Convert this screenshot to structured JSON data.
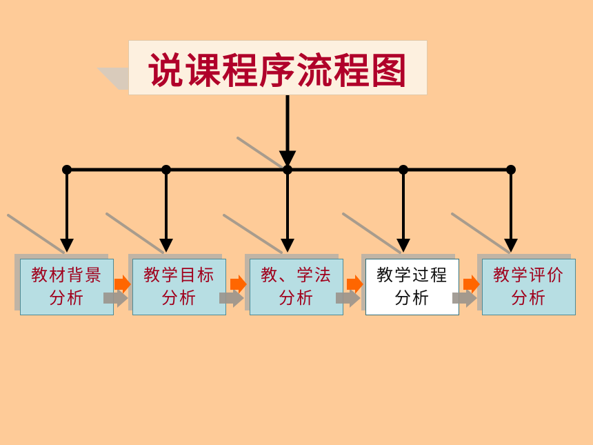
{
  "title": "说课程序流程图",
  "nodes": [
    {
      "line1": "教材背景",
      "line2": "分析",
      "style": "teal"
    },
    {
      "line1": "教学目标",
      "line2": "分析",
      "style": "teal"
    },
    {
      "line1": "教、学法",
      "line2": "分析",
      "style": "teal"
    },
    {
      "line1": "教学过程",
      "line2": "分析",
      "style": "white"
    },
    {
      "line1": "教学评价",
      "line2": "分析",
      "style": "teal"
    }
  ],
  "colors": {
    "background": "#fecb98",
    "title_text": "#b0002a",
    "node_fill": "#b7dee3",
    "node_text": "#a0001c",
    "connector": "#000000",
    "arrow_orange": "#ff6600"
  }
}
